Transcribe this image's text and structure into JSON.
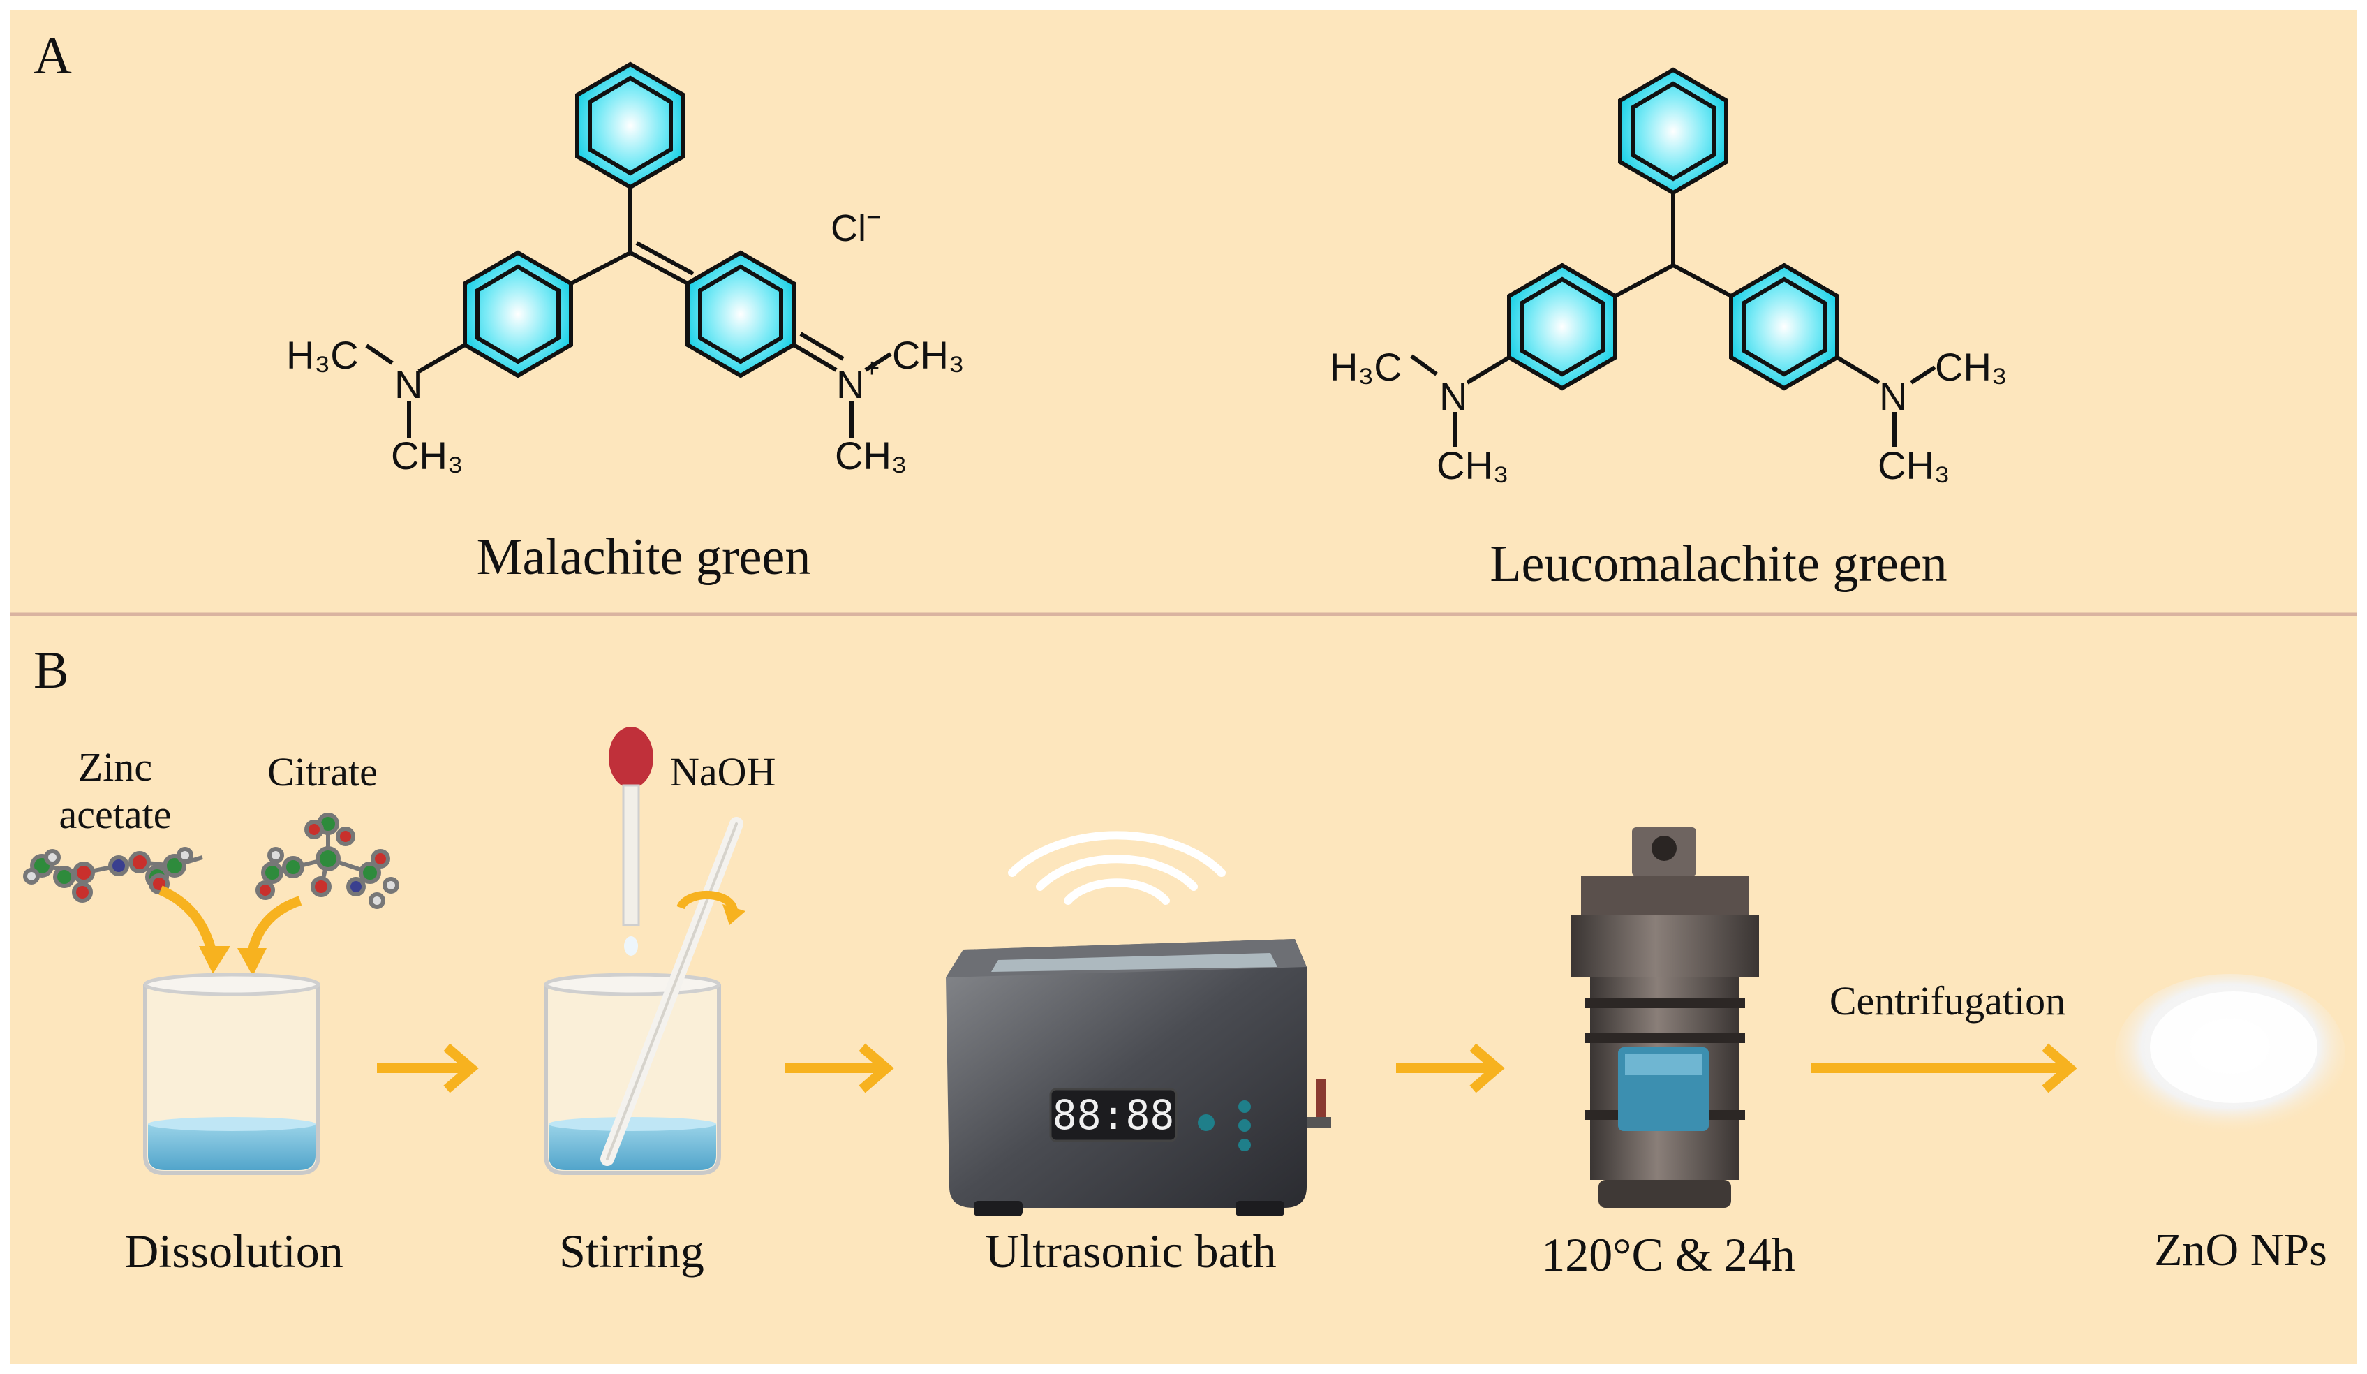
{
  "colors": {
    "background": "#fde6bd",
    "divider": "#d9b3a0",
    "ring_fill": "#18d0e6",
    "arrow": "#f7b21f",
    "text": "#111111"
  },
  "panel_a": {
    "label": "A",
    "molecule_1": {
      "name": "Malachite green",
      "counter_ion": "Cl",
      "counter_ion_charge": "−",
      "left_methyl": "H₃C",
      "left_n": "N",
      "left_ch3": "CH₃",
      "right_n": "N",
      "right_charge": "+",
      "right_methyl_1": "CH₃",
      "right_methyl_2": "CH₃"
    },
    "molecule_2": {
      "name": "Leucomalachite green",
      "left_methyl": "H₃C",
      "left_n": "N",
      "left_ch3": "CH₃",
      "right_n": "N",
      "right_methyl_1": "CH₃",
      "right_methyl_2": "CH₃"
    }
  },
  "panel_b": {
    "label": "B",
    "reagents": {
      "zinc_line1": "Zinc",
      "zinc_line2": "acetate",
      "citrate": "Citrate",
      "naoh": "NaOH"
    },
    "steps": [
      {
        "label": "Dissolution"
      },
      {
        "label": "Stirring"
      },
      {
        "label": "Ultrasonic bath",
        "display": "88:88"
      },
      {
        "label": "120°C & 24h"
      },
      {
        "label": "ZnO NPs"
      }
    ],
    "centrifugation": "Centrifugation"
  }
}
